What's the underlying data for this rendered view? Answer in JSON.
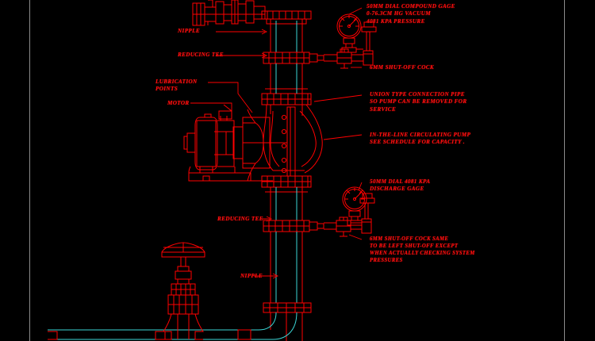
{
  "drawing": {
    "title": "In-line circulating pump piping detail",
    "background_color": "#000000",
    "line_color": "#ff0000",
    "secondary_line_color": "#3bd6d6",
    "text_color": "#ff1010",
    "gutter_color": "#8c8c8c"
  },
  "annotations": {
    "compound_gage": "50MM DIAL COMPOUND GAGE\n0-76.3CM HG VACUUM\n4081 KPA PRESSURE",
    "nipple_top": "NIPPLE",
    "reducing_tee_top": "REDUCING TEE",
    "shutoff_cock_top": "6MM SHUT-OFF COCK",
    "lubrication_points": "LUBRICATION\nPOINTS",
    "motor": "MOTOR",
    "union_connection": "UNION TYPE CONNECTION PIPE\nSO PUMP CAN BE REMOVED FOR\nSERVICE",
    "circulating_pump": "IN-THE-LINE CIRCULATING PUMP\nSEE SCHEDULE FOR CAPACITY .",
    "discharge_gage": "50MM DIAL 4081 KPA\nDISCHARGE GAGE",
    "reducing_tee_bottom": "REDUCING TEE",
    "shutoff_cock_bottom": "6MM SHUT-OFF COCK SAME\nTO BE LEFT SHUT-OFF EXCEPT\nWHEN ACTUALLY CHECKING SYSTEM\nPRESSURES",
    "nipple_bottom": "NIPPLE"
  },
  "components": {
    "gage_top": "pressure-gage-dial",
    "gage_bottom": "pressure-gage-dial",
    "valve_bottom_left": "gate-valve-handwheel",
    "motor_body": "electric-motor",
    "pump_volute": "pump-casing",
    "riser_pipe": "vertical-riser-pipe",
    "elbow_bottom": "pipe-elbow",
    "header_pipe": "horizontal-header-pipe"
  }
}
